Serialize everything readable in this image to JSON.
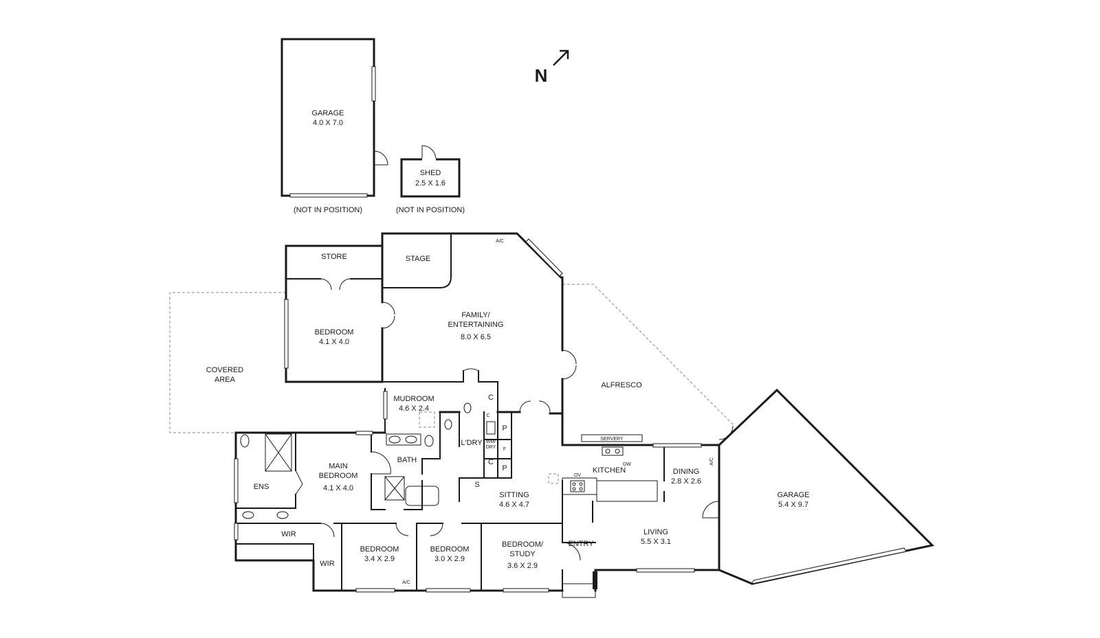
{
  "north_label": "N",
  "detached": {
    "garage": {
      "name": "GARAGE",
      "dims": "4.0 X 7.0",
      "note": "(NOT IN POSITION)"
    },
    "shed": {
      "name": "SHED",
      "dims": "2.5 X 1.6",
      "note": "(NOT IN POSITION)"
    }
  },
  "rooms": {
    "store": "STORE",
    "stage": "STAGE",
    "family": {
      "line1": "FAMILY/",
      "line2": "ENTERTAINING",
      "dims": "8.0 X 6.5"
    },
    "bedroom_west": {
      "name": "BEDROOM",
      "dims": "4.1 X 4.0"
    },
    "covered_area": {
      "line1": "COVERED",
      "line2": "AREA"
    },
    "alfresco": "ALFRESCO",
    "mudroom": {
      "name": "MUDROOM",
      "dims": "4.6 X 2.4"
    },
    "main_bedroom": {
      "line1": "MAIN",
      "line2": "BEDROOM",
      "dims": "4.1 X 4.0"
    },
    "ens": "ENS",
    "bath": "BATH",
    "laundry": "L'DRY",
    "wir_1": "WIR",
    "wir_2": "WIR",
    "kitchen": "KITCHEN",
    "servery": "SERVERY",
    "dining": {
      "name": "DINING",
      "dims": "2.8 X 2.6"
    },
    "sitting": {
      "name": "SITTING",
      "dims": "4.6 X 4.7"
    },
    "living": {
      "name": "LIVING",
      "dims": "5.5 X 3.1"
    },
    "entry": "ENTRY",
    "bedroom_2": {
      "name": "BEDROOM",
      "dims": "3.4 X 2.9"
    },
    "bedroom_3": {
      "name": "BEDROOM",
      "dims": "3.0 X 2.9"
    },
    "bedroom_study": {
      "line1": "BEDROOM/",
      "line2": "STUDY",
      "dims": "3.6 X 2.9"
    },
    "garage_main": {
      "name": "GARAGE",
      "dims": "5.4 X 9.7"
    }
  },
  "fixtures": {
    "ac": "A/C",
    "cupboard": "C",
    "pantry": "P",
    "fridge": "F",
    "storage": "S",
    "washer_dryer_1": "WM/",
    "washer_dryer_2": "DRY",
    "oven": "OV",
    "dishwasher": "DW"
  }
}
